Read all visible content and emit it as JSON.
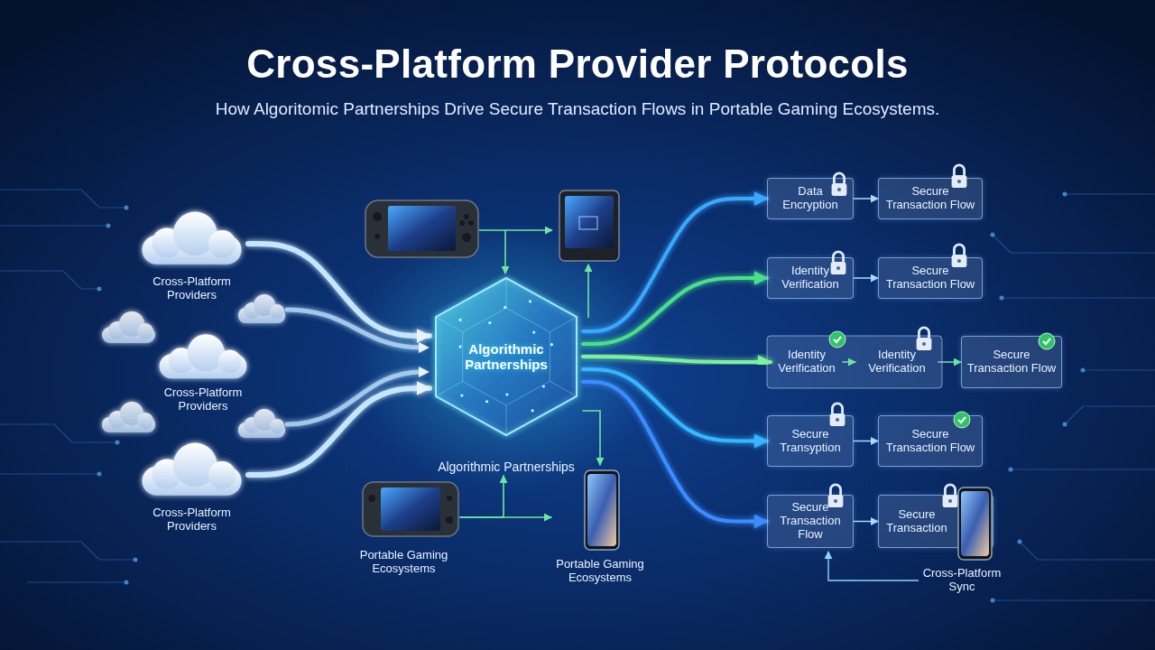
{
  "diagram": {
    "title": "Cross-Platform Provider Protocols",
    "nodes": [
      {
        "text": [
          "Cross-Platform Providers"
        ]
      },
      {
        "text": [
          "Cross-Platform Providers"
        ]
      },
      {
        "text": [
          "Cross-Platform Providers"
        ]
      },
      {
        "text": [
          "Algorithmic Partnerships",
          "Algorithmic Partnerships"
        ]
      },
      {
        "text": [
          "Portable Gaming Ecosystems"
        ]
      },
      {
        "text": [
          "Portable Gaming Ecosystems"
        ]
      },
      {
        "text": [
          "Data Encryption"
        ]
      },
      {
        "text": [
          "Secure Transaction Flow"
        ]
      },
      {
        "text": [
          "Identity Verification"
        ]
      },
      {
        "text": [
          "Secure Transaction Flow"
        ]
      },
      {
        "text": [
          "Identity Verification"
        ]
      },
      {
        "text": [
          "Identity Verification"
        ]
      },
      {
        "text": [
          "Secure Transaction Flow"
        ]
      },
      {
        "text": [
          "Secure Transyption"
        ]
      },
      {
        "text": [
          "Secure Transaction Flow"
        ]
      },
      {
        "text": [
          "Secure Transaction Flow"
        ]
      },
      {
        "text": [
          "Secure Transaction"
        ]
      }
    ],
    "edges": [
      {
        "from": 0,
        "to": 3,
        "arrow": "to"
      },
      {
        "from": 1,
        "to": 3,
        "arrow": "to"
      },
      {
        "from": 2,
        "to": 3,
        "arrow": "to"
      },
      {
        "from": 4,
        "to": 3,
        "arrow": "to"
      },
      {
        "from": 4,
        "to": 5,
        "arrow": "to"
      },
      {
        "from": 3,
        "to": 5,
        "arrow": "to"
      },
      {
        "from": 3,
        "to": 6,
        "arrow": "to"
      },
      {
        "from": 3,
        "to": 8,
        "arrow": "to"
      },
      {
        "from": 3,
        "to": 10,
        "arrow": "to"
      },
      {
        "from": 3,
        "to": 13,
        "arrow": "to"
      },
      {
        "from": 3,
        "to": 15,
        "arrow": "to"
      },
      {
        "from": 6,
        "to": 7,
        "arrow": "to"
      },
      {
        "from": 8,
        "to": 9,
        "arrow": "to"
      },
      {
        "from": 10,
        "to": 11,
        "arrow": "to"
      },
      {
        "from": 11,
        "to": 12,
        "arrow": "to"
      },
      {
        "from": 13,
        "to": 14,
        "arrow": "to"
      },
      {
        "from": 15,
        "to": 16,
        "arrow": "to"
      }
    ],
    "labels": [
      "How Algoritomic Partnerships Drive Secure Transaction Flows in Portable Gaming Ecosystems.",
      "Cross-Platform Sync"
    ]
  }
}
